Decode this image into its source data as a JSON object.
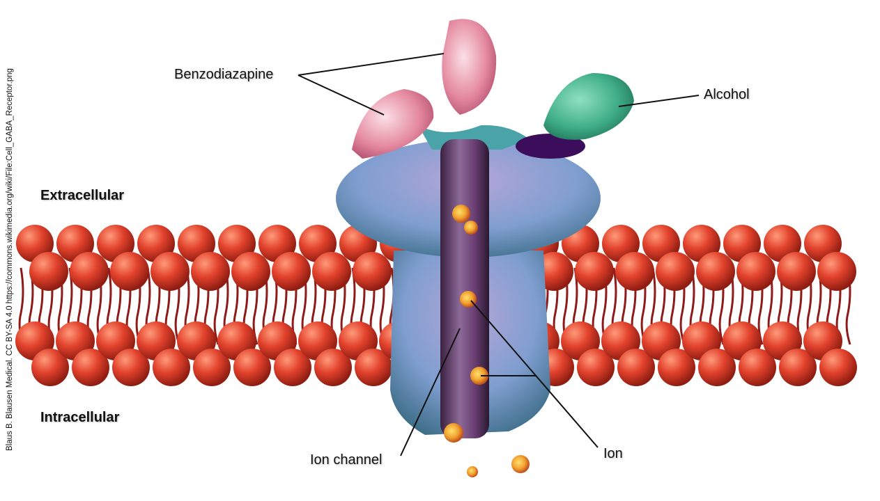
{
  "labels": {
    "benzodiazepine": "Benzodiazapine",
    "alcohol": "Alcohol",
    "extracellular": "Extracellular",
    "intracellular": "Intracellular",
    "ion_channel": "Ion channel",
    "ion": "Ion"
  },
  "credit": "Blaus B. Blausen Medical. CC BY-SA 4.0 https://commons.wikimedia.org/wiki/File:Cell_GABA_Receptor.png",
  "colors": {
    "lipid_head": "#e2422c",
    "lipid_tail": "#8e1a1a",
    "receptor": "#7f9ed0",
    "channel": "#6b3f73",
    "benzodiazepine": "#e58aa0",
    "alcohol": "#3fae88",
    "ion": "#f0a030"
  }
}
